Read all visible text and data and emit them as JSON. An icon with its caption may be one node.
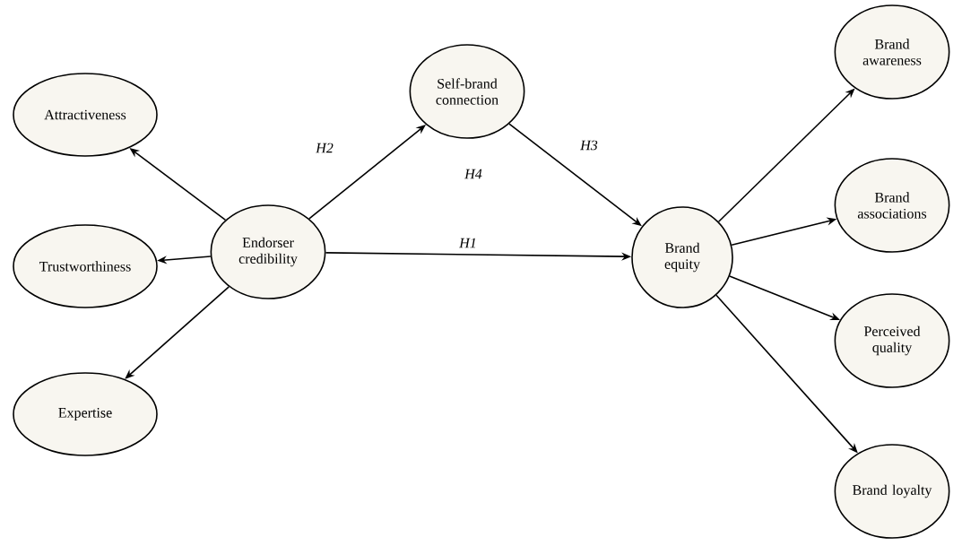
{
  "diagram": {
    "nodes": [
      {
        "text": [
          "Attractiveness"
        ]
      },
      {
        "text": [
          "Trustworthiness"
        ]
      },
      {
        "text": [
          "Expertise"
        ]
      },
      {
        "text": [
          "Endorser credibility"
        ]
      },
      {
        "text": [
          "Self-brand connection"
        ]
      },
      {
        "text": [
          "Brand equity"
        ]
      },
      {
        "text": [
          "Brand awareness"
        ]
      },
      {
        "text": [
          "Brand associations"
        ]
      },
      {
        "text": [
          "Perceived quality"
        ]
      },
      {
        "text": [
          "Brand loyalty"
        ]
      }
    ],
    "edges": [
      {
        "from": 3,
        "to": 0,
        "arrow": "to"
      },
      {
        "from": 3,
        "to": 1,
        "arrow": "to"
      },
      {
        "from": 3,
        "to": 2,
        "arrow": "to"
      },
      {
        "from": 3,
        "to": 4,
        "arrow": "to",
        "label": "H2"
      },
      {
        "from": 4,
        "to": 5,
        "arrow": "to",
        "label": "H3"
      },
      {
        "from": 3,
        "to": 5,
        "arrow": "to",
        "label": "H1"
      },
      {
        "from": 5,
        "to": 6,
        "arrow": "to"
      },
      {
        "from": 5,
        "to": 7,
        "arrow": "to"
      },
      {
        "from": 5,
        "to": 8,
        "arrow": "to"
      },
      {
        "from": 5,
        "to": 9,
        "arrow": "to"
      }
    ],
    "labels": [
      "H4"
    ]
  }
}
